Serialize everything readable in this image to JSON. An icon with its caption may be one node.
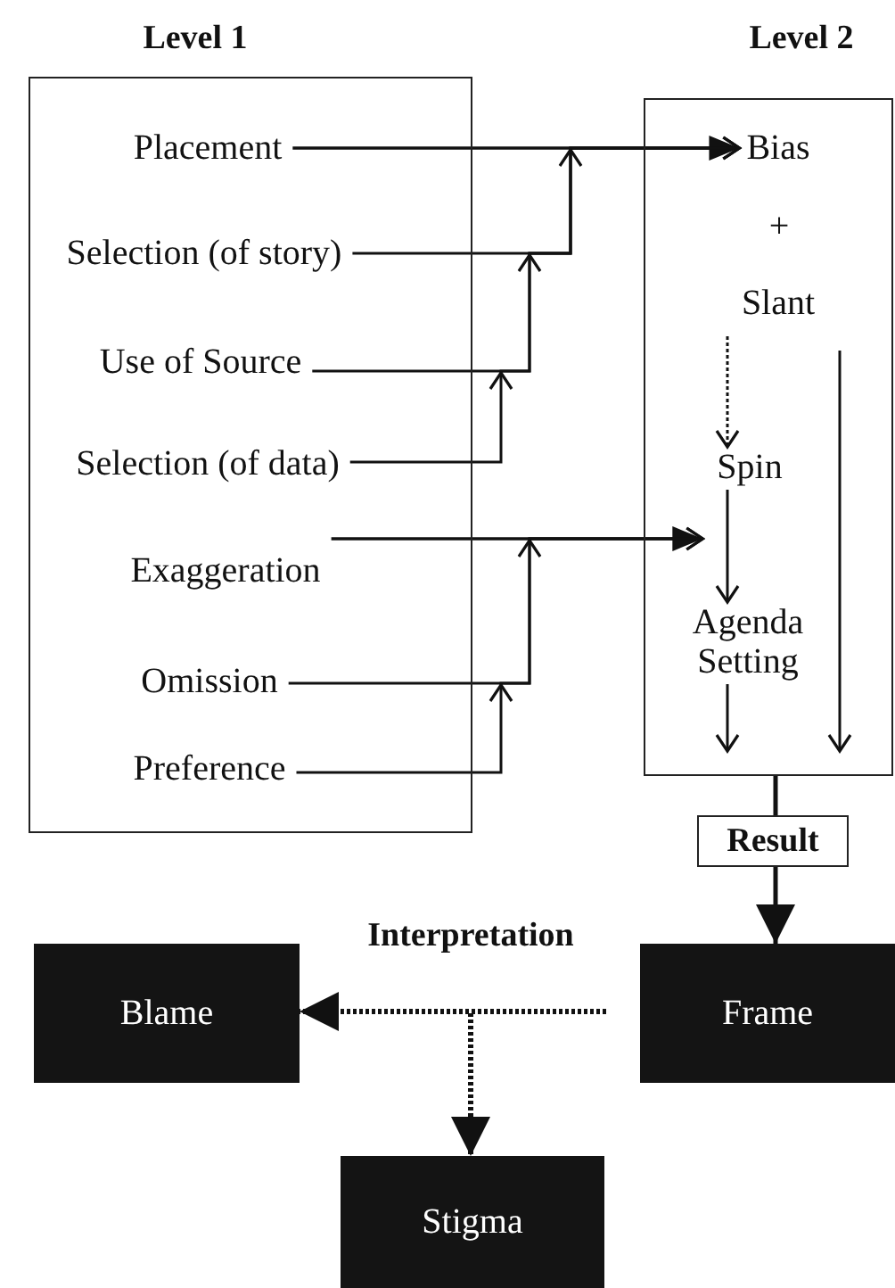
{
  "diagram": {
    "nodes": [
      {
        "text": [
          "Level 1"
        ]
      },
      {
        "text": [
          "Placement"
        ],
        "in": 0
      },
      {
        "text": [
          "Selection (of story)"
        ],
        "in": 0
      },
      {
        "text": [
          "Use of Source"
        ],
        "in": 0
      },
      {
        "text": [
          "Selection (of data)"
        ],
        "in": 0
      },
      {
        "text": [
          "Exaggeration"
        ],
        "in": 0
      },
      {
        "text": [
          "Omission"
        ],
        "in": 0
      },
      {
        "text": [
          "Preference"
        ],
        "in": 0
      },
      {
        "text": [
          "Level 2"
        ]
      },
      {
        "text": [
          "Bias"
        ],
        "in": 8
      },
      {
        "text": [
          "Slant"
        ],
        "in": 8
      },
      {
        "text": [
          "Spin"
        ],
        "in": 8
      },
      {
        "text": [
          "Agenda Setting"
        ],
        "in": 8
      },
      {
        "text": [
          "Result"
        ]
      },
      {
        "text": [
          "Frame"
        ]
      },
      {
        "text": [
          "Blame"
        ]
      },
      {
        "text": [
          "Stigma"
        ]
      }
    ],
    "edges": [
      {
        "from": 1,
        "to": 9,
        "arrow": "to"
      },
      {
        "from": 2,
        "to": 9,
        "arrow": "to"
      },
      {
        "from": 3,
        "to": 9,
        "arrow": "to"
      },
      {
        "from": 4,
        "to": 9,
        "arrow": "to"
      },
      {
        "from": 5,
        "to": 11,
        "arrow": "to"
      },
      {
        "from": 6,
        "to": 11,
        "arrow": "to"
      },
      {
        "from": 7,
        "to": 11,
        "arrow": "to"
      },
      {
        "from": 10,
        "to": 11,
        "arrow": "to",
        "style": "dashed"
      },
      {
        "from": 11,
        "to": 12,
        "arrow": "to"
      },
      {
        "from": 12,
        "to": null,
        "arrow": "to"
      },
      {
        "from": 10,
        "to": null,
        "arrow": "to"
      },
      {
        "from": 8,
        "to": 13,
        "arrow": "none"
      },
      {
        "from": 13,
        "to": 14,
        "arrow": "to"
      },
      {
        "from": 14,
        "to": 15,
        "arrow": "to",
        "style": "dashed",
        "label": "Interpretation"
      },
      {
        "from": 14,
        "to": 16,
        "arrow": "to",
        "style": "dashed"
      }
    ],
    "labels": [
      "+"
    ]
  }
}
